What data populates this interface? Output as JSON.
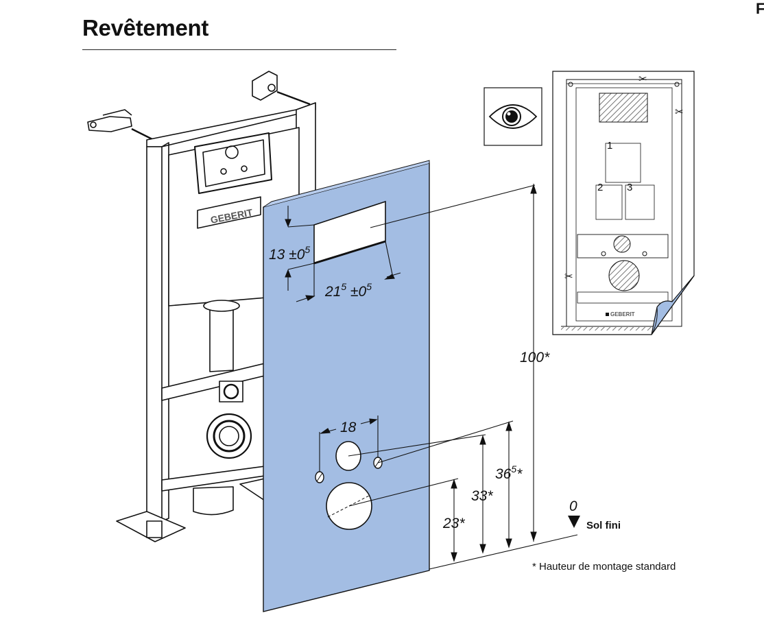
{
  "heading": {
    "title": "Revêtement",
    "corner_glyph": "F"
  },
  "brand": {
    "logo_text": "GEBERIT",
    "tiny_logo_text": "GEBERIT"
  },
  "dimensions": {
    "cutout_height": {
      "base": "13 ±0",
      "sup": "5"
    },
    "cutout_width": {
      "base": "21",
      "sup1": "5",
      "mid": " ±0",
      "sup2": "5"
    },
    "hole_spacing": "18",
    "total_height": "100*",
    "height_a": "23*",
    "height_b": "33*",
    "height_c": {
      "base": "36",
      "sup": "5",
      "tail": "*"
    },
    "floor_zero": "0",
    "floor_label": "Sol fini"
  },
  "template_sheet": {
    "box_numbers": [
      "1",
      "2",
      "3"
    ]
  },
  "footnote": "* Hauteur de montage standard",
  "icons": [
    "eye-icon",
    "scissors-icon",
    "page-curl-icon",
    "floor-arrow-icon"
  ],
  "colors": {
    "panel_blue": "#a3bde3",
    "ink": "#111111",
    "hatch": "#555555"
  }
}
